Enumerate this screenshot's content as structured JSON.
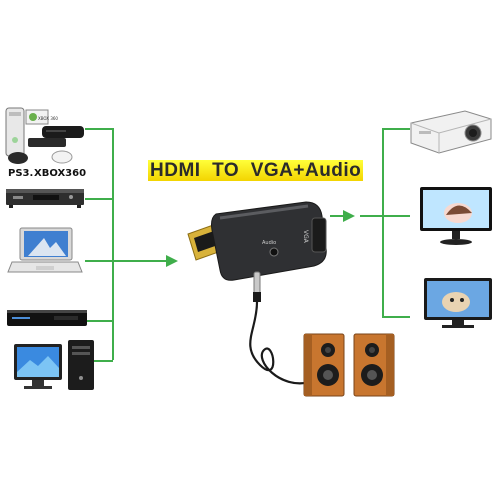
{
  "diagram": {
    "title": "HDMI  TO  VGA+Audio",
    "source_labels": {
      "ps3": "PS3.",
      "xbox": "XBOX360",
      "xbox_logo": "XBOX 360"
    },
    "adapter_labels": {
      "port": "VGA",
      "audio": "Audio"
    },
    "colors": {
      "connector": "#3fae4b",
      "title_highlight": "#ffff3a",
      "adapter_body": "#2f3033"
    }
  }
}
